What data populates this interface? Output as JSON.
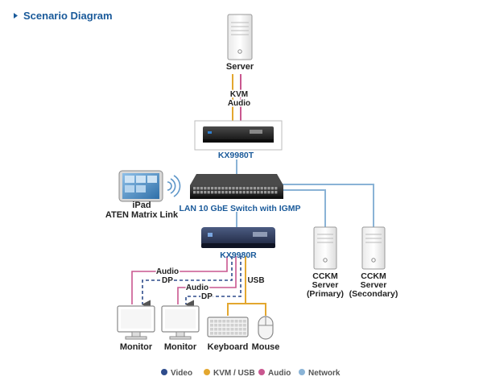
{
  "header": {
    "title": "Scenario Diagram"
  },
  "devices": {
    "server": "Server",
    "kx9980t": "KX9980T",
    "ipad_line1": "iPad",
    "ipad_line2": "ATEN Matrix Link",
    "switch": "LAN 10 GbE Switch with IGMP",
    "kx9980r": "KX9980R",
    "cckm_primary": [
      "CCKM",
      "Server",
      "(Primary)"
    ],
    "cckm_secondary": [
      "CCKM",
      "Server",
      "(Secondary)"
    ],
    "monitor1": "Monitor",
    "monitor2": "Monitor",
    "keyboard": "Keyboard",
    "mouse": "Mouse"
  },
  "links": {
    "kvm": "KVM",
    "audio": "Audio",
    "audio1": "Audio",
    "dp1": "DP",
    "audio2": "Audio",
    "dp2": "DP",
    "usb": "USB"
  },
  "legend": [
    {
      "label": "Video",
      "color": "#2e4c8c"
    },
    {
      "label": "KVM / USB",
      "color": "#e3a72f"
    },
    {
      "label": "Audio",
      "color": "#c9578f"
    },
    {
      "label": "Network",
      "color": "#8ab3d6"
    }
  ],
  "colors": {
    "accent": "#1a5a9a",
    "video": "#2e4c8c",
    "kvm_usb": "#e3a72f",
    "audio": "#c9578f",
    "network": "#8ab3d6"
  }
}
